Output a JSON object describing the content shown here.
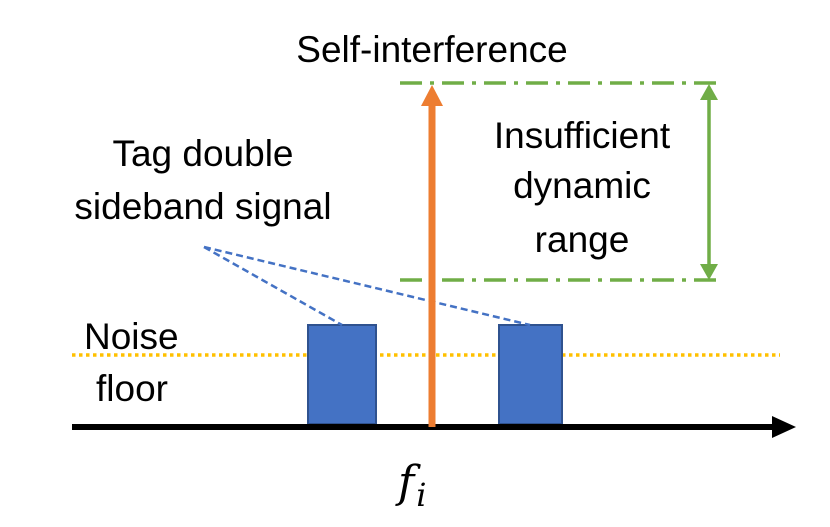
{
  "labels": {
    "self_interference": "Self-interference",
    "tag_signal_line1": "Tag double",
    "tag_signal_line2": "sideband signal",
    "dynamic_range_line1": "Insufficient",
    "dynamic_range_line2": "dynamic",
    "dynamic_range_line3": "range",
    "noise_floor_line1": "Noise",
    "noise_floor_line2": "floor",
    "frequency_base": "f",
    "frequency_subscript": "i"
  },
  "colors": {
    "axis": "#000000",
    "self_interference_arrow": "#ED7D31",
    "sideband_fill": "#4472C4",
    "sideband_stroke": "#2F528F",
    "callout_line": "#4472C4",
    "noise_floor": "#FFC000",
    "dynamic_range": "#70AD47"
  }
}
